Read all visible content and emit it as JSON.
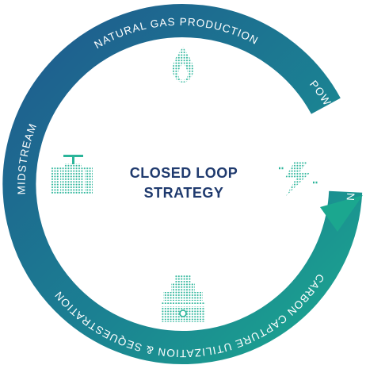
{
  "diagram": {
    "center_line1": "CLOSED LOOP",
    "center_line2": "STRATEGY",
    "stages": [
      {
        "label": "NATURAL GAS PRODUCTION",
        "icon": "gas-flame-icon"
      },
      {
        "label": "POWER GENERATION",
        "icon": "lightning-bolt-icon"
      },
      {
        "label": "CARBON CAPTURE UTILIZATION & SEQUESTRATION",
        "icon": "carbon-capture-tank-icon"
      },
      {
        "label": "MIDSTREAM",
        "icon": "pipeline-valve-icon"
      }
    ]
  },
  "colors": {
    "ring_start": "#1f5a8e",
    "ring_end": "#1ba78f",
    "icon": "#2bb59a",
    "center_text": "#1f3a6e"
  }
}
